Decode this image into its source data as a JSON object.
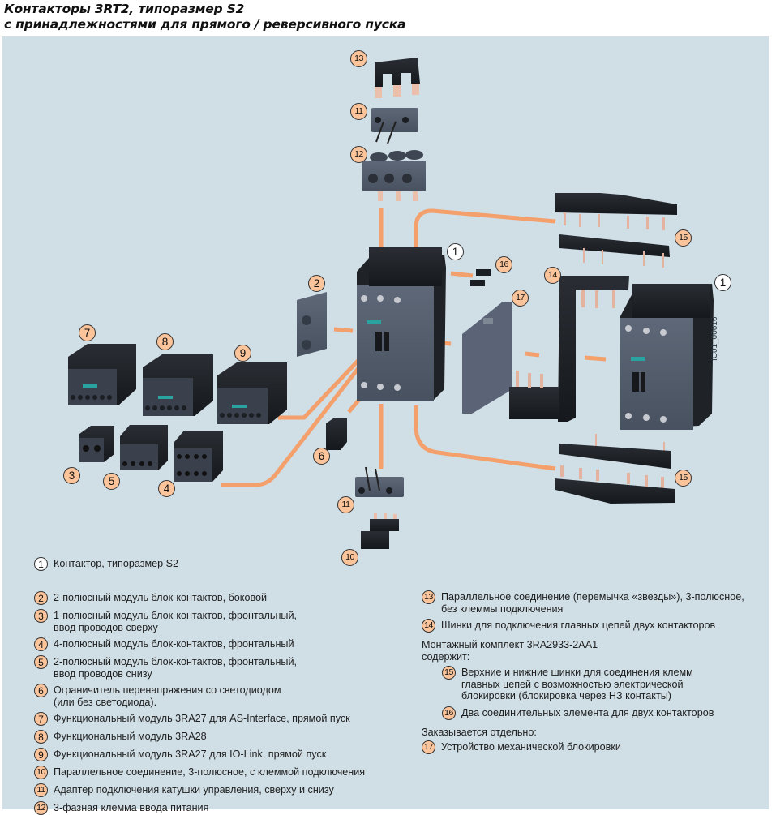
{
  "title": {
    "line1": "Контакторы 3RT2, типоразмер S2",
    "line2": "с принадлежностями для прямого / реверсивного пуска"
  },
  "colors": {
    "panel_bg": "#d0dee6",
    "badge_fill": "#fbc49a",
    "badge_main_fill": "#ffffff",
    "connector_orange": "#f3a06c",
    "housing_gray": "#505a6a",
    "housing_black": "#1e2126",
    "siemens_label": "#2aa3a0",
    "copper_pin": "#e8b19a"
  },
  "drawing_code": "IC01_00616",
  "callouts": [
    {
      "n": "1",
      "main": true
    },
    {
      "n": "1",
      "main": true
    },
    {
      "n": "2"
    },
    {
      "n": "3"
    },
    {
      "n": "4"
    },
    {
      "n": "5"
    },
    {
      "n": "6"
    },
    {
      "n": "7"
    },
    {
      "n": "8"
    },
    {
      "n": "9"
    },
    {
      "n": "10"
    },
    {
      "n": "11"
    },
    {
      "n": "11"
    },
    {
      "n": "12"
    },
    {
      "n": "13"
    },
    {
      "n": "14"
    },
    {
      "n": "15"
    },
    {
      "n": "15"
    },
    {
      "n": "16"
    },
    {
      "n": "17"
    }
  ],
  "legend_left": [
    {
      "n": "1",
      "main": true,
      "text": "Контактор, типоразмер S2"
    },
    {
      "n": "2",
      "text": "2-полюсный модуль блок-контактов, боковой"
    },
    {
      "n": "3",
      "text": "1-полюсный модуль блок-контактов, фронтальный,\nввод проводов сверху"
    },
    {
      "n": "4",
      "text": "4-полюсный модуль блок-контактов, фронтальный"
    },
    {
      "n": "5",
      "text": "2-полюсный модуль блок-контактов, фронтальный,\nввод проводов снизу"
    },
    {
      "n": "6",
      "text": "Ограничитель перенапряжения со светодиодом\n(или без светодиода)."
    },
    {
      "n": "7",
      "text": "Функциональный модуль 3RA27 для AS-Interface, прямой пуск"
    },
    {
      "n": "8",
      "text": "Функциональный модуль 3RA28"
    },
    {
      "n": "9",
      "text": " Функциональный модуль 3RA27 для IO-Link, прямой пуск"
    },
    {
      "n": "10",
      "text": " Параллельное соединение, 3-полюсное, с клеммой подключения"
    },
    {
      "n": "11",
      "text": " Адаптер подключения катушки управления, сверху и снизу"
    },
    {
      "n": "12",
      "text": " 3-фазная клемма ввода питания"
    }
  ],
  "legend_right": {
    "items_top": [
      {
        "n": "13",
        "text": "Параллельное соединение (перемычка «звезды»), 3-полюсное,\nбез клеммы подключения"
      },
      {
        "n": "14",
        "text": "Шинки для подключения главных цепей двух контакторов"
      }
    ],
    "kit_heading": "Монтажный комплект 3RA2933-2AA1\nсодержит:",
    "kit_items": [
      {
        "n": "15",
        "text": "Верхние и нижние шинки для соединения клемм\nглавных цепей с возможностью электрической\nблокировки (блокировка через НЗ контакты)"
      },
      {
        "n": "16",
        "text": " Два соединительных элемента для двух контакторов"
      }
    ],
    "separate_heading": "Заказывается отдельно:",
    "separate_items": [
      {
        "n": "17",
        "text": "Устройство механической блокировки"
      }
    ]
  }
}
